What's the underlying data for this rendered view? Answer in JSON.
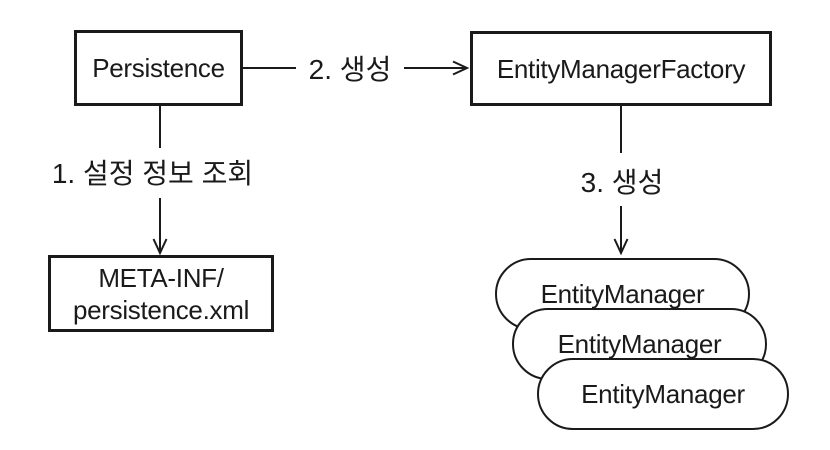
{
  "diagram": {
    "title": "JPA EntityManagerFactory creation flow",
    "colors": {
      "stroke": "#1a1a1a",
      "background": "#ffffff"
    },
    "nodes": {
      "persistence": {
        "label": "Persistence",
        "shape": "rectangle"
      },
      "entity_manager_factory": {
        "label": "EntityManagerFactory",
        "shape": "rectangle"
      },
      "meta_inf": {
        "line1": "META-INF/",
        "line2": "persistence.xml",
        "shape": "rectangle"
      },
      "entity_manager_1": {
        "label": "EntityManager",
        "shape": "stadium"
      },
      "entity_manager_2": {
        "label": "EntityManager",
        "shape": "stadium"
      },
      "entity_manager_3": {
        "label": "EntityManager",
        "shape": "stadium"
      }
    },
    "edges": {
      "step1": {
        "label": "1. 설정 정보 조회",
        "from": "persistence",
        "to": "meta_inf",
        "direction": "down"
      },
      "step2": {
        "label": "2. 생성",
        "from": "persistence",
        "to": "entity_manager_factory",
        "direction": "right"
      },
      "step3": {
        "label": "3. 생성",
        "from": "entity_manager_factory",
        "to": "entity_manager_1",
        "direction": "down"
      }
    }
  }
}
